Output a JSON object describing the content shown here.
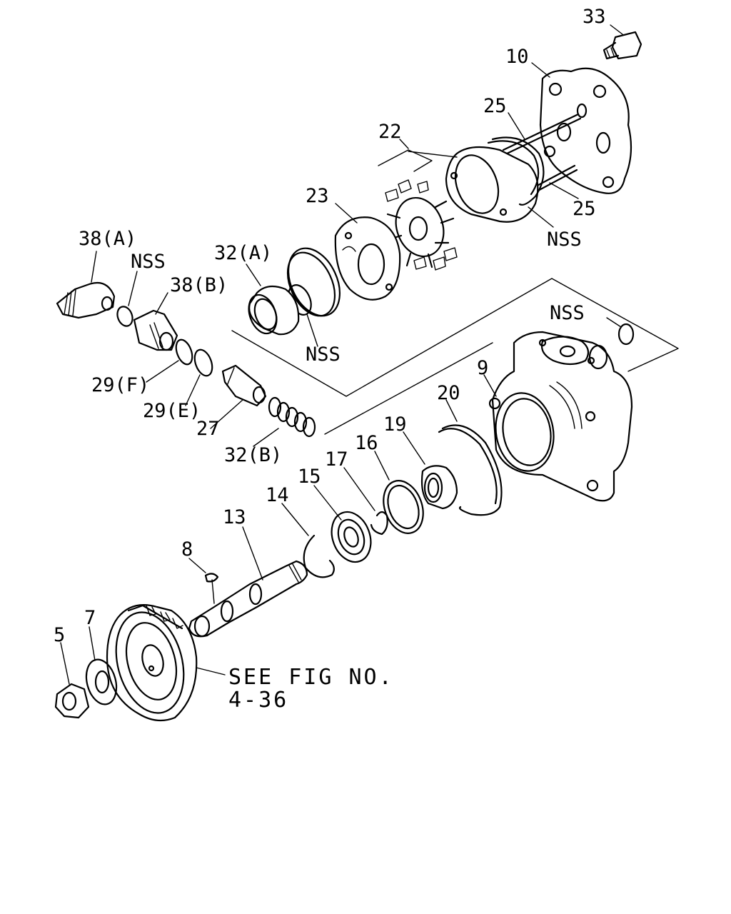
{
  "labels": {
    "l33": "33",
    "l10": "10",
    "l25a": "25",
    "l25b": "25",
    "l22": "22",
    "l23": "23",
    "l32a": "32(A)",
    "l38a": "38(A)",
    "nss1": "NSS",
    "l38b": "38(B)",
    "nss2": "NSS",
    "nss3": "NSS",
    "nss4": "NSS",
    "l29f": "29(F)",
    "l29e": "29(E)",
    "l27": "27",
    "l32b": "32(B)",
    "l9": "9",
    "l20": "20",
    "l19": "19",
    "l16": "16",
    "l17": "17",
    "l15": "15",
    "l14": "14",
    "l13": "13",
    "l8": "8",
    "l7": "7",
    "l5": "5"
  },
  "note": {
    "line1": "SEE FIG NO.",
    "line2": "4-36"
  }
}
